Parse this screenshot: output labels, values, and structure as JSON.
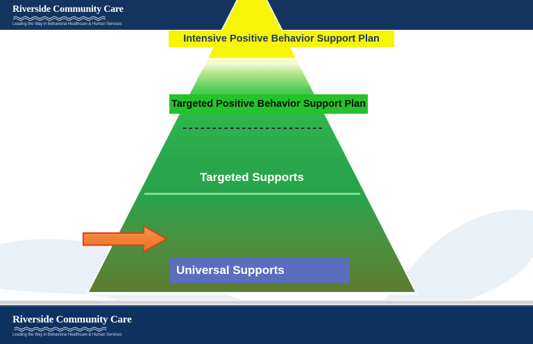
{
  "header": {
    "brand": {
      "name": "Riverside Community Care",
      "tagline": "Leading the Way in Behavioral Healthcare & Human Services"
    }
  },
  "footer": {
    "brand": {
      "name": "Riverside Community Care",
      "tagline": "Leading the Way in Behavioral Healthcare & Human Services"
    }
  },
  "pyramid": {
    "tiers": [
      {
        "name": "intensive",
        "label": "Intensive Positive Behavior Support Plan",
        "box_color": "#f7f500",
        "text_color": "#1e3a66"
      },
      {
        "name": "targeted-plan",
        "label": "Targeted Positive Behavior Support Plan",
        "box_color": "#23c32c",
        "text_color": "#0d0d0d"
      },
      {
        "name": "targeted-supports",
        "label": "Targeted Supports",
        "text_color": "#ffffff"
      },
      {
        "name": "universal",
        "label": "Universal Supports",
        "box_color": "#5a6ebd",
        "text_color": "#ffffff"
      }
    ],
    "dividers": [
      "solid-white-line",
      "dashed-black-line",
      "solid-light-green-line"
    ]
  },
  "icons": {
    "arrow": "right-block-arrow"
  },
  "colors": {
    "bar_navy": "#14335f",
    "footer_navy": "#0f3160",
    "pyramid_top_yellow": "#f7f506",
    "pyramid_mid_green": "#28a74b",
    "pyramid_base_olive": "#5d7c31",
    "arrow_orange": "#ee7a2e",
    "arrow_outline": "#e23c1e",
    "universal_blue": "#5a6ebd",
    "background_wave_blue": "#e9f1f6"
  }
}
